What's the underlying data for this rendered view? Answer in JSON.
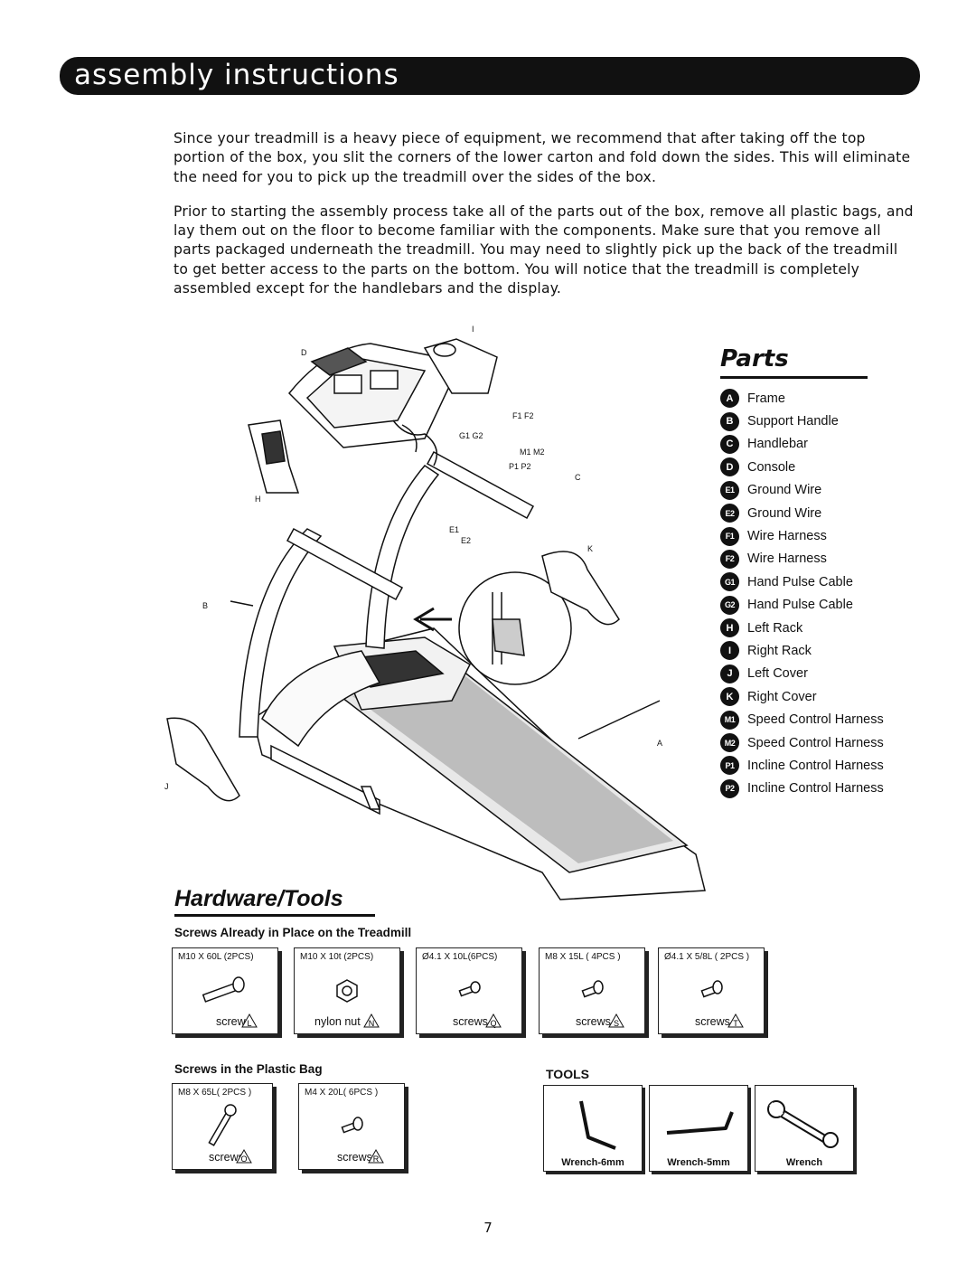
{
  "header": {
    "title": "assembly instructions"
  },
  "intro": {
    "p1": "Since your treadmill is a heavy piece of equipment, we recommend that after taking off the top portion of the box, you slit the corners of the lower carton and fold down the sides. This will eliminate the need for you to pick up the treadmill over the sides of the box.",
    "p2": "Prior to starting the assembly process take all of the parts out of the box, remove all plastic bags, and lay them out on the floor to become familiar with the components. Make sure that you remove all parts packaged underneath the treadmill. You may need to slightly pick up the back of the treadmill to get better access to the parts on the bottom. You will notice that the treadmill is completely assembled except for the handlebars and the display."
  },
  "diagram_labels": {
    "I": "I",
    "D": "D",
    "J": "J",
    "H": "H",
    "B": "B",
    "C": "C",
    "K": "K",
    "A": "A",
    "F1F2": "F1 F2",
    "G1G2": "G1 G2",
    "M1M2": "M1 M2",
    "P1P2": "P1 P2",
    "E1": "E1",
    "E2": "E2"
  },
  "parts": {
    "heading": "Parts",
    "items": [
      {
        "code": "A",
        "name": "Frame"
      },
      {
        "code": "B",
        "name": "Support Handle"
      },
      {
        "code": "C",
        "name": "Handlebar"
      },
      {
        "code": "D",
        "name": "Console"
      },
      {
        "code": "E1",
        "name": "Ground Wire"
      },
      {
        "code": "E2",
        "name": "Ground Wire"
      },
      {
        "code": "F1",
        "name": "Wire Harness"
      },
      {
        "code": "F2",
        "name": "Wire Harness"
      },
      {
        "code": "G1",
        "name": "Hand Pulse Cable"
      },
      {
        "code": "G2",
        "name": "Hand Pulse Cable"
      },
      {
        "code": "H",
        "name": "Left Rack"
      },
      {
        "code": "I",
        "name": "Right Rack"
      },
      {
        "code": "J",
        "name": "Left Cover"
      },
      {
        "code": "K",
        "name": "Right Cover"
      },
      {
        "code": "M1",
        "name": "Speed Control Harness"
      },
      {
        "code": "M2",
        "name": "Speed Control Harness"
      },
      {
        "code": "P1",
        "name": "Incline Control Harness"
      },
      {
        "code": "P2",
        "name": "Incline Control Harness"
      }
    ]
  },
  "hardware": {
    "heading": "Hardware/Tools",
    "in_place_heading": "Screws Already in Place on the Treadmill",
    "in_place": [
      {
        "spec": "M10 X 60L (2PCS)",
        "name": "screw",
        "mark": "L"
      },
      {
        "spec": "M10 X 10t (2PCS)",
        "name": "nylon nut",
        "mark": "N"
      },
      {
        "spec": "Ø4.1 X 10L(6PCS)",
        "name": "screws",
        "mark": "Q"
      },
      {
        "spec": "M8 X 15L ( 4PCS )",
        "name": "screws",
        "mark": "S"
      },
      {
        "spec": "Ø4.1 X 5/8L ( 2PCS )",
        "name": "screws",
        "mark": "T"
      }
    ],
    "bag_heading": "Screws in the Plastic Bag",
    "bag": [
      {
        "spec": "M8 X 65L( 2PCS )",
        "name": "screws",
        "mark": "O"
      },
      {
        "spec": "M4 X 20L( 6PCS )",
        "name": "screws",
        "mark": "R"
      }
    ],
    "tools_heading": "TOOLS",
    "tools": [
      {
        "name": "Wrench-6mm"
      },
      {
        "name": "Wrench-5mm"
      },
      {
        "name": "Wrench"
      }
    ]
  },
  "footer": {
    "page_number": "7"
  }
}
